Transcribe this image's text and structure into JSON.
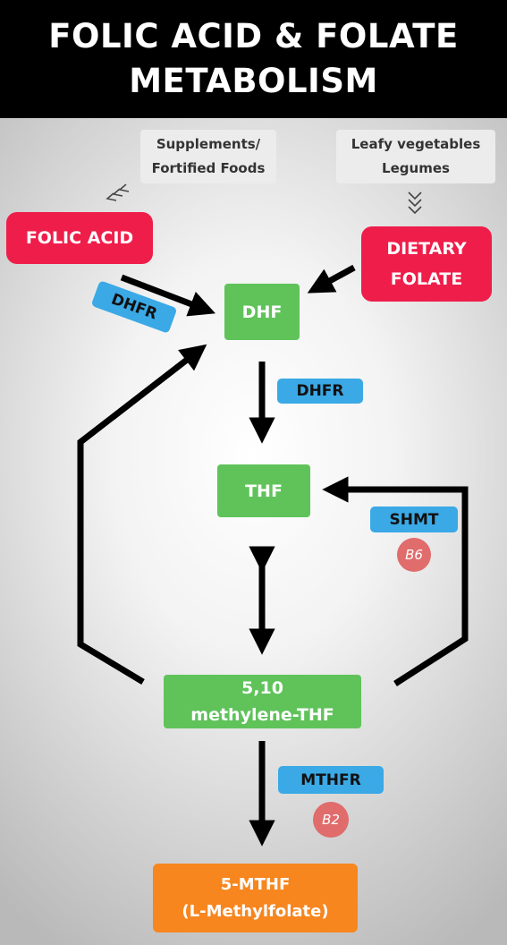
{
  "title": [
    "FOLIC ACID & FOLATE",
    "METABOLISM"
  ],
  "sources": {
    "left": [
      "Supplements/",
      "Fortified Foods"
    ],
    "right": [
      "Leafy vegetables",
      "Legumes"
    ]
  },
  "nodes": {
    "folic_acid": "FOLIC ACID",
    "dietary_folate": [
      "DIETARY",
      "FOLATE"
    ],
    "dhf": "DHF",
    "thf": "THF",
    "methylene_thf": [
      "5,10",
      "methylene-THF"
    ],
    "mthf": [
      "5-MTHF",
      "(L-Methylfolate)"
    ]
  },
  "enzymes": {
    "dhfr_tilted": "DHFR",
    "dhfr": "DHFR",
    "shmt": "SHMT",
    "mthfr": "MTHFR"
  },
  "vitamins": {
    "shmt_cofactor": "B6",
    "mthfr_cofactor": "B2"
  },
  "colors": {
    "header": "#000000",
    "red_node": "#ef1d4a",
    "green_node": "#5fc35a",
    "orange_node": "#f7861f",
    "enzyme": "#3aa9e6",
    "vitamin": "#e06c6c"
  }
}
